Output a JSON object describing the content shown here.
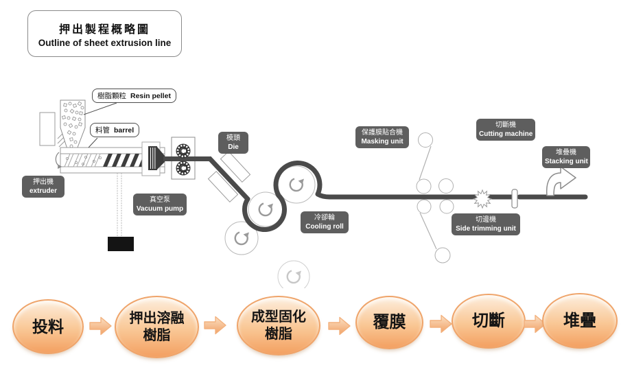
{
  "title": {
    "zh": "押出製程概略圖",
    "en": "Outline of sheet extrusion line"
  },
  "callouts": {
    "resin_pellet": {
      "zh": "樹脂顆粒",
      "en": "Resin pellet"
    },
    "barrel": {
      "zh": "料管",
      "en": "barrel"
    }
  },
  "labels": {
    "extruder": {
      "zh": "押出機",
      "en": "extruder"
    },
    "vacuum_pump": {
      "zh": "真空泵",
      "en": "Vacuum pump"
    },
    "die": {
      "zh": "模頭",
      "en": "Die"
    },
    "cooling_roll": {
      "zh": "冷卻輪",
      "en": "Cooling roll"
    },
    "masking_unit": {
      "zh": "保護膜貼合機",
      "en": "Masking unit"
    },
    "cutting_machine": {
      "zh": "切斷機",
      "en": "Cutting machine"
    },
    "stacking_unit": {
      "zh": "堆疊機",
      "en": "Stacking unit"
    },
    "side_trimming_unit": {
      "zh": "切邊機",
      "en": "Side trimming unit"
    }
  },
  "flow": {
    "steps": [
      {
        "label": "投料"
      },
      {
        "label": "押出溶融\n樹脂"
      },
      {
        "label": "成型固化\n樹脂"
      },
      {
        "label": "覆膜"
      },
      {
        "label": "切斷"
      },
      {
        "label": "堆疊"
      }
    ]
  },
  "colors": {
    "label_background": "#5e5e5e",
    "sheet_line": "#4a4a4a",
    "flow_ellipse_fill": "#f9c795",
    "flow_ellipse_border": "#efa46a",
    "flow_arrow_fill": "#f5ae74"
  }
}
